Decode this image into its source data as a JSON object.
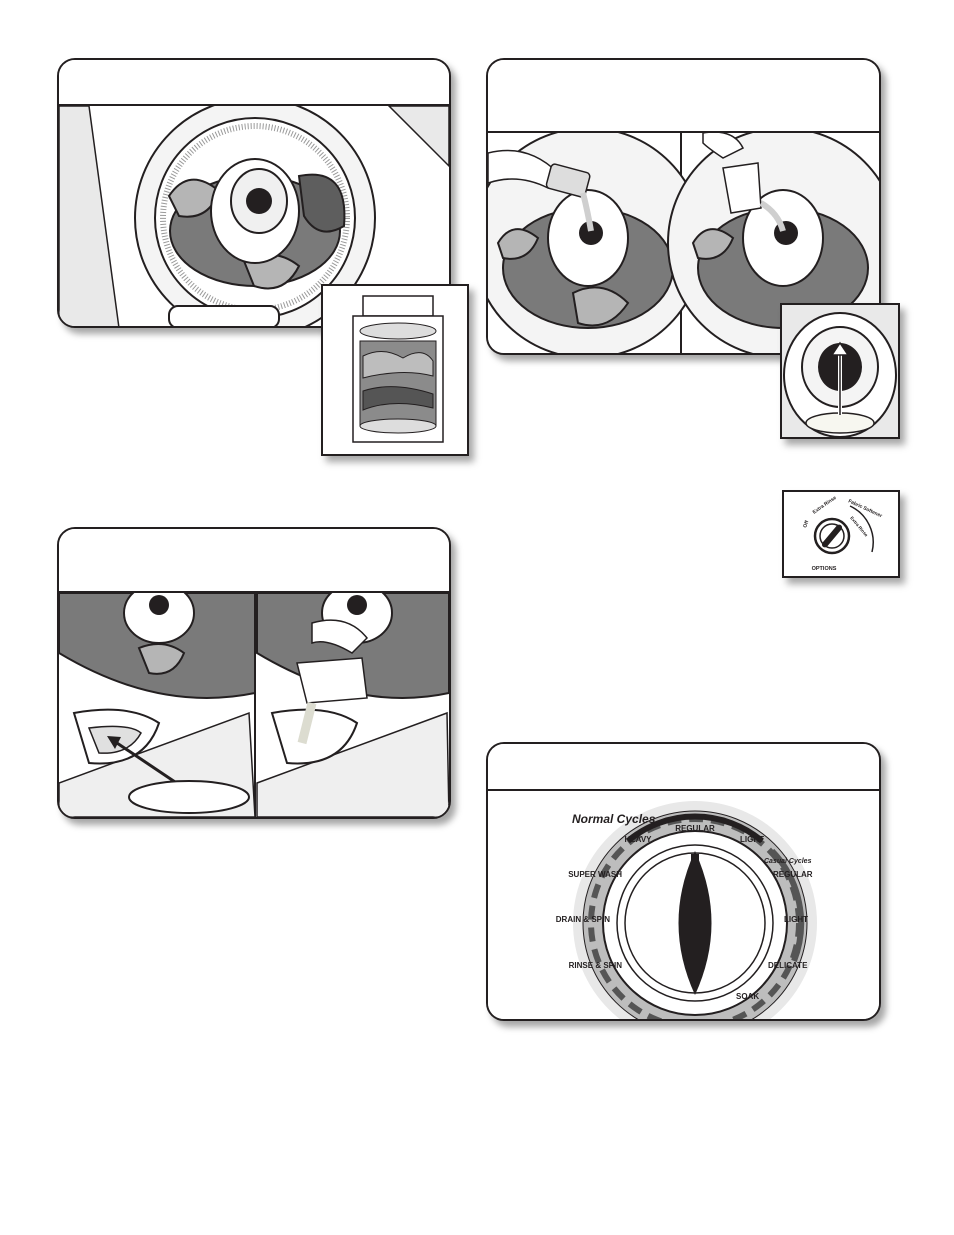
{
  "dial": {
    "heading": "Normal Cycles",
    "casual_heading": "Casual Cycles",
    "labels": {
      "heavy": "HEAVY",
      "regular": "REGULAR",
      "light": "LIGHT",
      "casual_regular": "REGULAR",
      "casual_light": "LIGHT",
      "super_wash": "SUPER WASH",
      "drain_spin": "DRAIN & SPIN",
      "rinse_spin": "RINSE & SPIN",
      "delicate": "DELICATE",
      "soak": "SOAK"
    }
  },
  "options_knob": {
    "caption": "OPTIONS",
    "labels": {
      "off": "Off",
      "extra_rinse": "Extra Rinse",
      "fabric_softener": "Fabric Softener",
      "extra_rinse_2": "Extra Rinse"
    }
  }
}
